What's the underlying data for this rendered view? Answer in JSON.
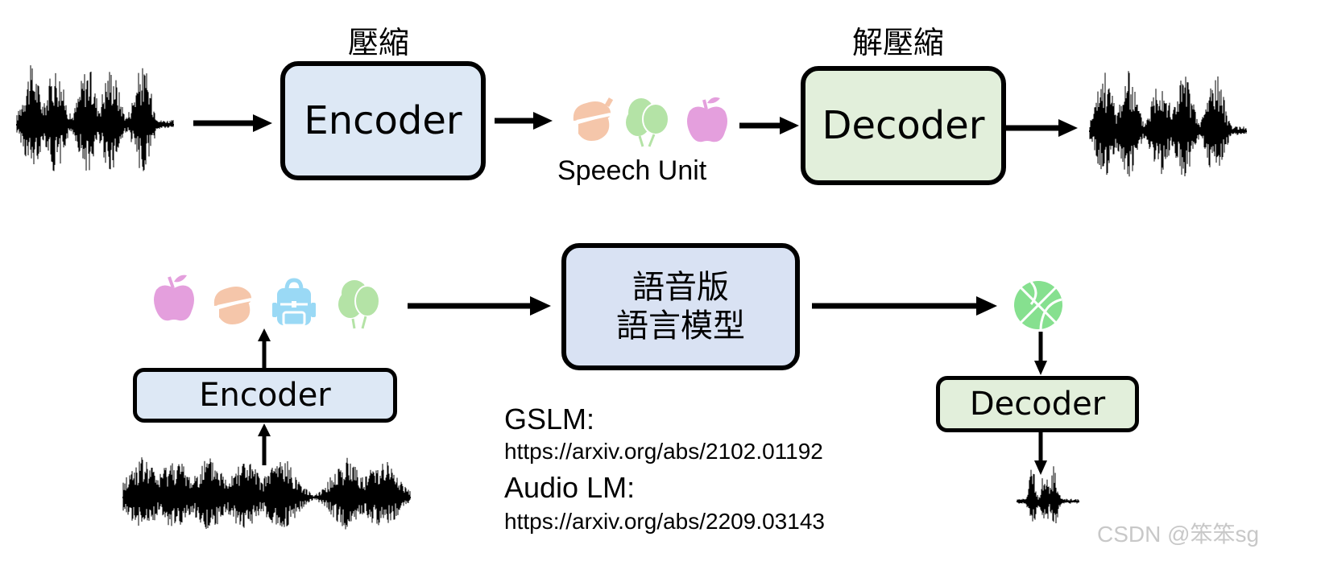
{
  "top_row": {
    "compress_label": "壓縮",
    "decompress_label": "解壓縮",
    "encoder_label": "Encoder",
    "decoder_label": "Decoder",
    "speech_unit_label": "Speech Unit",
    "units": [
      {
        "icon": "acorn-icon",
        "color": "#f5c6aa"
      },
      {
        "icon": "balloons-icon",
        "color": "#b4e3a6"
      },
      {
        "icon": "apple-icon",
        "color": "#e49fdd"
      }
    ]
  },
  "bottom_row": {
    "encoder_label": "Encoder",
    "decoder_label": "Decoder",
    "lm_label_line1": "語音版",
    "lm_label_line2": "語言模型",
    "units": [
      {
        "icon": "apple-icon",
        "color": "#e49fdd"
      },
      {
        "icon": "acorn-icon",
        "color": "#f5c6aa"
      },
      {
        "icon": "backpack-icon",
        "color": "#9ad9f5"
      },
      {
        "icon": "balloons-icon",
        "color": "#b4e3a6"
      }
    ],
    "output_unit": {
      "icon": "basketball-icon",
      "color": "#86e08f"
    }
  },
  "references": {
    "gslm_title": "GSLM:",
    "gslm_url": "https://arxiv.org/abs/2102.01192",
    "audiolm_title": "Audio LM:",
    "audiolm_url": "https://arxiv.org/abs/2209.03143"
  },
  "colors": {
    "encoder_fill": "#dde8f5",
    "decoder_fill": "#e2efdb",
    "lm_fill": "#d9e2f3"
  },
  "watermark": "CSDN @笨笨sg"
}
